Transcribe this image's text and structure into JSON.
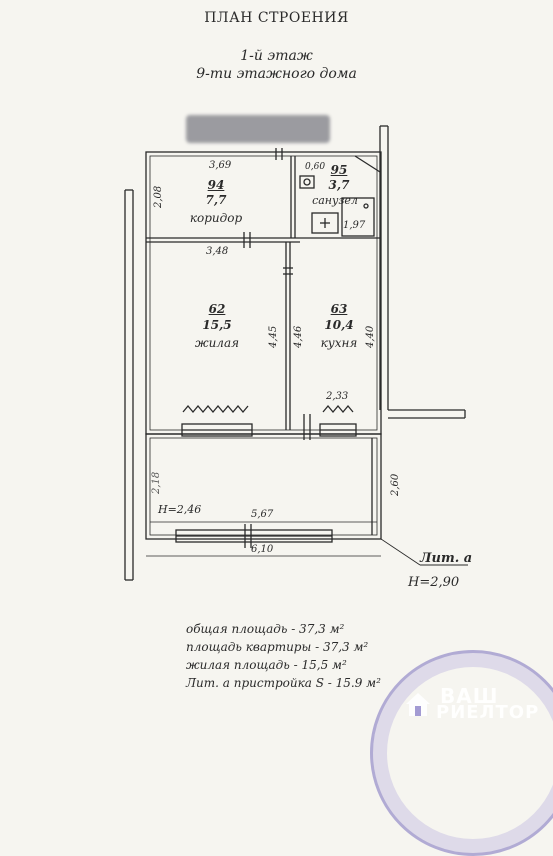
{
  "header": {
    "title": "ПЛАН СТРОЕНИЯ",
    "floor": "1-й этаж",
    "building": "9-ти этажного дома"
  },
  "rooms": [
    {
      "num": "94",
      "area": "7,7",
      "name": "коридор"
    },
    {
      "num": "95",
      "area": "3,7",
      "name": "санузел"
    },
    {
      "num": "62",
      "area": "15,5",
      "name": "жилая"
    },
    {
      "num": "63",
      "area": "10,4",
      "name": "кухня"
    }
  ],
  "dimensions": {
    "corridor_top": "3,69",
    "corridor_left": "2,08",
    "bath_small": "0,60",
    "bath_side": "1,97",
    "living_top": "3,48",
    "living_right": "4,45",
    "kitchen_left": "4,46",
    "kitchen_right": "4,40",
    "kitchen_bottom": "2,33",
    "annex_left": "2,18",
    "annex_right": "2,60",
    "annex_inner": "5,67",
    "annex_outer": "6,10"
  },
  "annex": {
    "height_inner": "Н=2,46",
    "label": "Лит. а",
    "height": "Н=2,90"
  },
  "summary": [
    "общая площадь - 37,3 м²",
    "площадь квартиры - 37,3 м²",
    "жилая площадь - 15,5 м²",
    "Лит. а пристройка  S - 15.9 м²"
  ],
  "watermark": {
    "line1": "ВАШ",
    "line2": "РИЕЛТОР"
  },
  "colors": {
    "ink": "#2a2a2a",
    "paper": "#f6f5f0",
    "stamp": "#7c72c0"
  }
}
